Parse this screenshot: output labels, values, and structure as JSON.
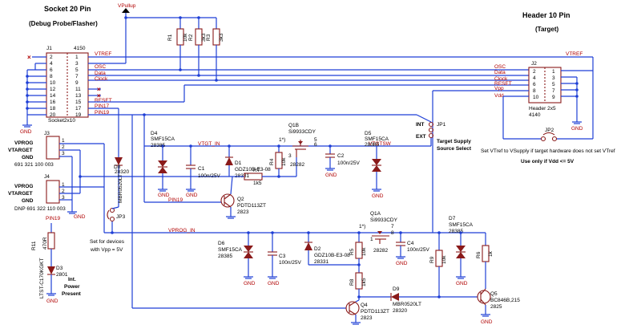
{
  "titles": {
    "left": "Socket 20 Pin",
    "left_sub": "(Debug Probe/Flasher)",
    "right": "Header 10 Pin",
    "right_sub": "(Target)"
  },
  "nets": {
    "vpullup": "VPullup",
    "vtref": "VTREF",
    "osc": "OSC",
    "data": "Data",
    "clock": "Clock",
    "reset": "RESET",
    "pin17": "PIN17",
    "pin19": "PIN19",
    "vpp": "Vpp",
    "vdd": "Vdd",
    "vtgt_in": "VTGT_IN",
    "vtgtsw": "VTGTSW",
    "vprog_in": "VPROG_IN",
    "gnd": "GND"
  },
  "j1": {
    "ref": "J1",
    "part": "4150",
    "name": "Socket2x10",
    "left_pins": [
      "2",
      "4",
      "6",
      "8",
      "10",
      "12",
      "14",
      "16",
      "18",
      "20"
    ],
    "right_pins": [
      "1",
      "3",
      "5",
      "7",
      "9",
      "11",
      "13",
      "15",
      "17",
      "19"
    ]
  },
  "j2": {
    "ref": "J2",
    "name": "Header 2x5",
    "part": "4140",
    "left_pins": [
      "2",
      "4",
      "6",
      "8",
      "10"
    ],
    "right_pins": [
      "1",
      "3",
      "5",
      "7",
      "9"
    ]
  },
  "j3": {
    "ref": "J3",
    "l1": "VPROG",
    "l2": "VTARGET",
    "l3": "GND",
    "part": "691 321 100 003",
    "pins": [
      "1",
      "2",
      "3"
    ]
  },
  "j4": {
    "ref": "J4",
    "l1": "VPROG",
    "l2": "VTARGET",
    "l3": "GND",
    "part": "DNP 691 322 110 003",
    "pins": [
      "1",
      "2",
      "3"
    ]
  },
  "resistors": {
    "r1": {
      "ref": "R1",
      "val": "10k"
    },
    "r2": {
      "ref": "R2",
      "val": "3k3"
    },
    "r3": {
      "ref": "R3",
      "val": "3k3"
    },
    "r4": {
      "ref": "R4",
      "val": "10k"
    },
    "r5": {
      "ref": "R5",
      "val": "10k"
    },
    "r6": {
      "ref": "R6",
      "val": "1k"
    },
    "r7": {
      "ref": "R7",
      "val": "1k5"
    },
    "r8": {
      "ref": "R8",
      "val": "1k5"
    },
    "r9": {
      "ref": "R9",
      "val": "10k"
    },
    "r11": {
      "ref": "R11",
      "val": "470R"
    }
  },
  "caps": {
    "c1": {
      "ref": "C1",
      "val": "100n/25V"
    },
    "c2": {
      "ref": "C2",
      "val": "100n/25V"
    },
    "c3": {
      "ref": "C3",
      "val": "100n/25V"
    },
    "c4": {
      "ref": "C4",
      "val": "100n/25V"
    }
  },
  "diodes": {
    "d1": {
      "ref": "D1",
      "part": "GDZ10B-E3-08",
      "num": "28331"
    },
    "d2": {
      "ref": "D2",
      "part": "GDZ10B-E3-08",
      "num": "28331"
    },
    "d3": {
      "ref": "D3",
      "part": "2801",
      "name": "LTST-C170KGKT"
    },
    "d4": {
      "ref": "D4",
      "part": "SMF15CA",
      "num": "28385"
    },
    "d5": {
      "ref": "D5",
      "part": "SMF15CA",
      "num": "28385"
    },
    "d6": {
      "ref": "D6",
      "part": "SMF15CA",
      "num": "28385"
    },
    "d7": {
      "ref": "D7",
      "part": "SMF15CA",
      "num": "28385"
    },
    "d8": {
      "ref": "D8",
      "num": "28320",
      "part": "MBR0520LT"
    },
    "d9": {
      "ref": "D9",
      "part": "MBR0520LT",
      "num": "28320"
    }
  },
  "transistors": {
    "q1a": {
      "ref": "Q1A",
      "part": "Si9933CDY",
      "num": "28282",
      "star": "1*)"
    },
    "q1b": {
      "ref": "Q1B",
      "part": "Si9933CDY",
      "num": "28282",
      "star": "1*)"
    },
    "q2": {
      "ref": "Q2",
      "part": "PDTD113ZT",
      "num": "2823"
    },
    "q4": {
      "ref": "Q4",
      "part": "PDTD113ZT",
      "num": "2823"
    },
    "q5": {
      "ref": "Q5",
      "part": "BC846B,215",
      "num": "2825"
    }
  },
  "jumpers": {
    "jp1": {
      "ref": "JP1",
      "int": "INT",
      "ext": "EXT",
      "caption1": "Target Supply",
      "caption2": "Source Select"
    },
    "jp2": {
      "ref": "JP2",
      "note1": "Set VTref to VSupply if target hardware does not set VTref",
      "note2": "Use only if Vdd <= 5V"
    },
    "jp3": {
      "ref": "JP3",
      "note1": "Set for devices",
      "note2": "with  Vpp = 5V"
    }
  },
  "power_led": {
    "l1": "Int.",
    "l2": "Power",
    "l3": "Present"
  },
  "pin_nums": {
    "p1": "1",
    "p2": "2",
    "p3": "3",
    "p4": "4",
    "p5": "5",
    "p6": "6",
    "p7": "7",
    "p8": "8"
  }
}
